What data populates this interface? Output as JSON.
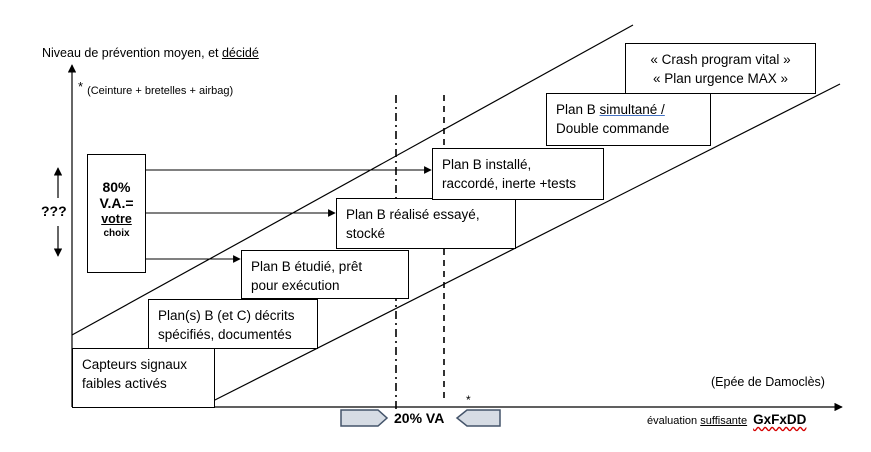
{
  "y_axis": {
    "label_main": "Niveau de prévention moyen, et ",
    "label_underlined": "décidé",
    "footnote_star": "*",
    "footnote_text": "(Ceinture + bretelles + airbag)"
  },
  "x_axis": {
    "label_prefix": "évaluation ",
    "label_underlined": "suffisante",
    "label_formula": "GxFxDD"
  },
  "epee_label": "(Epée de Damoclès)",
  "uncertainty_label": "???",
  "va_marker": {
    "label": "20% VA",
    "star": "*"
  },
  "choice_box": {
    "line1": "80%",
    "line2": "V.A.=",
    "line3": "votre",
    "line4": "choix"
  },
  "steps": [
    {
      "lines": [
        "Capteurs signaux",
        "faibles activés"
      ]
    },
    {
      "lines": [
        "Plan(s) B (et C) décrits",
        "spécifiés, documentés"
      ]
    },
    {
      "lines": [
        "Plan B étudié, prêt",
        "pour exécution"
      ]
    },
    {
      "lines": [
        "Plan B réalisé essayé,",
        "stocké"
      ]
    },
    {
      "lines": [
        "Plan B installé,",
        "raccordé, inerte +tests"
      ]
    },
    {
      "line1_prefix": "Plan B ",
      "line1_underlined": "simultané  /",
      "line2": "Double commande"
    },
    {
      "lines": [
        "« Crash program vital »",
        "« Plan urgence MAX »"
      ]
    }
  ],
  "colors": {
    "stroke": "#000000",
    "arrow_fill": "#d6dce4",
    "arrow_stroke": "#44546a",
    "spellcheck": "#d40000"
  }
}
